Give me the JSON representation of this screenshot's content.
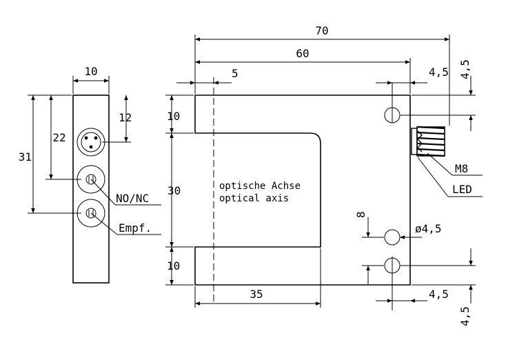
{
  "side_view": {
    "width": "10",
    "height_total": "31",
    "height_22": "22",
    "height_12": "12",
    "label_output": "NO/NC",
    "label_receiver": "Empf."
  },
  "front_view": {
    "width_total": "70",
    "width_body": "60",
    "axis_offset": "5",
    "slot_depth": "35",
    "top_arm": "10",
    "gap": "30",
    "bottom_arm": "10",
    "hole_spacing": "8",
    "hole_diameter": "ø4,5",
    "edge_right_top": "4,5",
    "edge_top": "4,5",
    "edge_right_bottom": "4,5",
    "edge_bottom": "4,5",
    "connector": "M8",
    "led": "LED",
    "axis_label_de": "optische Achse",
    "axis_label_en": "optical axis"
  }
}
